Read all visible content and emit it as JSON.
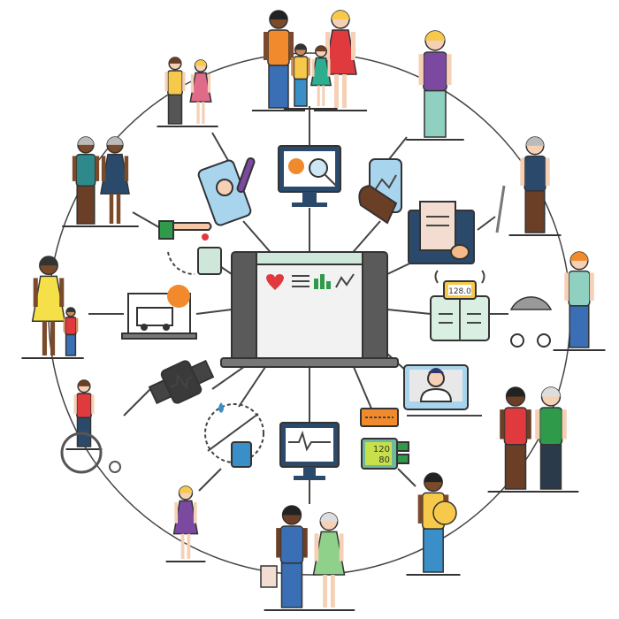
{
  "illustration": {
    "scale_display": "128.0",
    "bp_monitor": {
      "systolic": "120",
      "diastolic": "80"
    },
    "colors": {
      "outline": "#333333",
      "screen_blue": "#a9d4ee",
      "orange": "#f08a2c",
      "green": "#2e9a4a",
      "red": "#e0393e",
      "purple": "#7b4aa0",
      "mint": "#d9efe2",
      "yellow": "#f6c94a"
    }
  }
}
